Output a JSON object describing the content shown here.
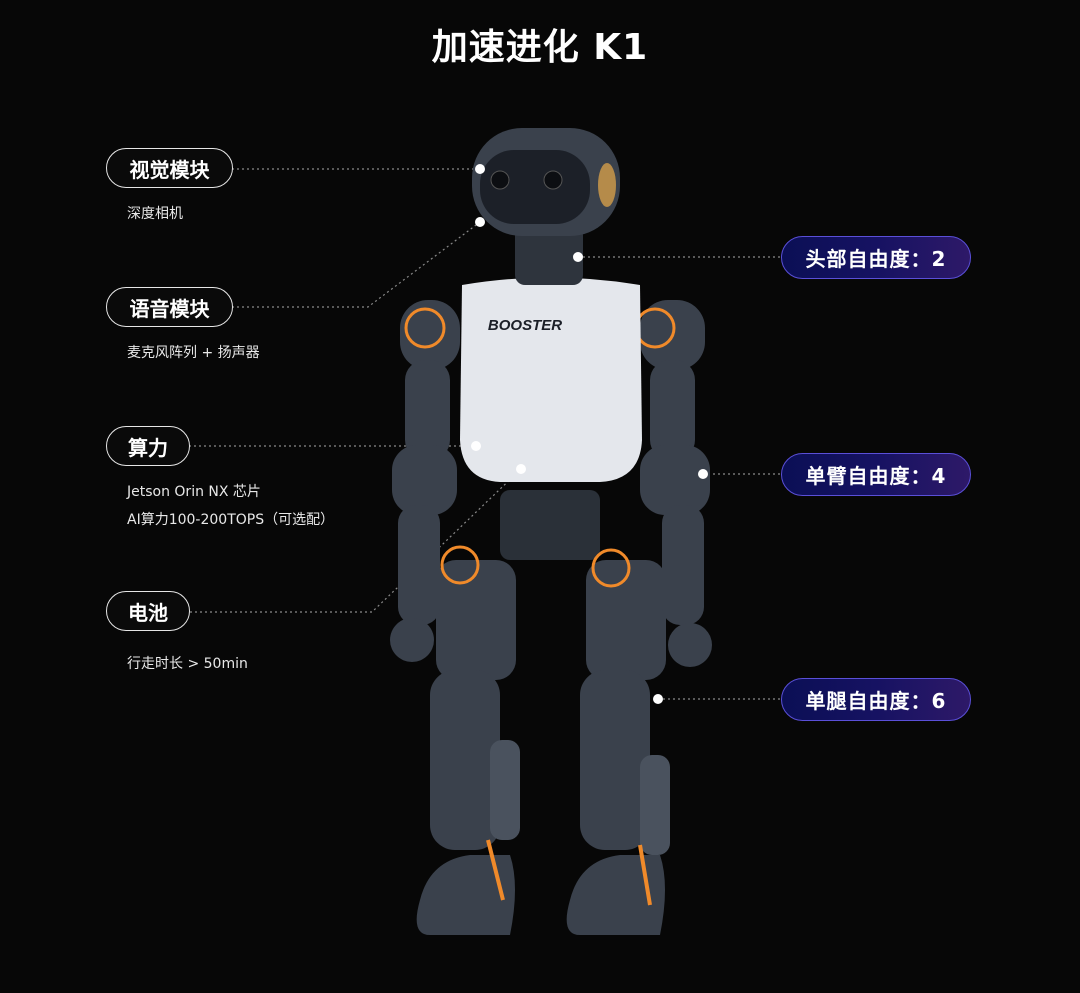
{
  "title": "加速进化 K1",
  "brand_text": "BOOSTER",
  "left_features": [
    {
      "label": "视觉模块",
      "details": [
        "深度相机"
      ]
    },
    {
      "label": "语音模块",
      "details": [
        "麦克风阵列 + 扬声器"
      ]
    },
    {
      "label": "算力",
      "details": [
        "Jetson Orin NX 芯片",
        "AI算力100-200TOPS（可选配）"
      ]
    },
    {
      "label": "电池",
      "details": [
        "行走时长 > 50min"
      ]
    }
  ],
  "right_specs": [
    {
      "label": "头部自由度：2"
    },
    {
      "label": "单臂自由度：4"
    },
    {
      "label": "单腿自由度：6"
    }
  ],
  "colors": {
    "background": "#070707",
    "accent_orange": "#f08a2a",
    "pill_gradient_start": "#0b0f55",
    "pill_gradient_end": "#2e1968"
  }
}
